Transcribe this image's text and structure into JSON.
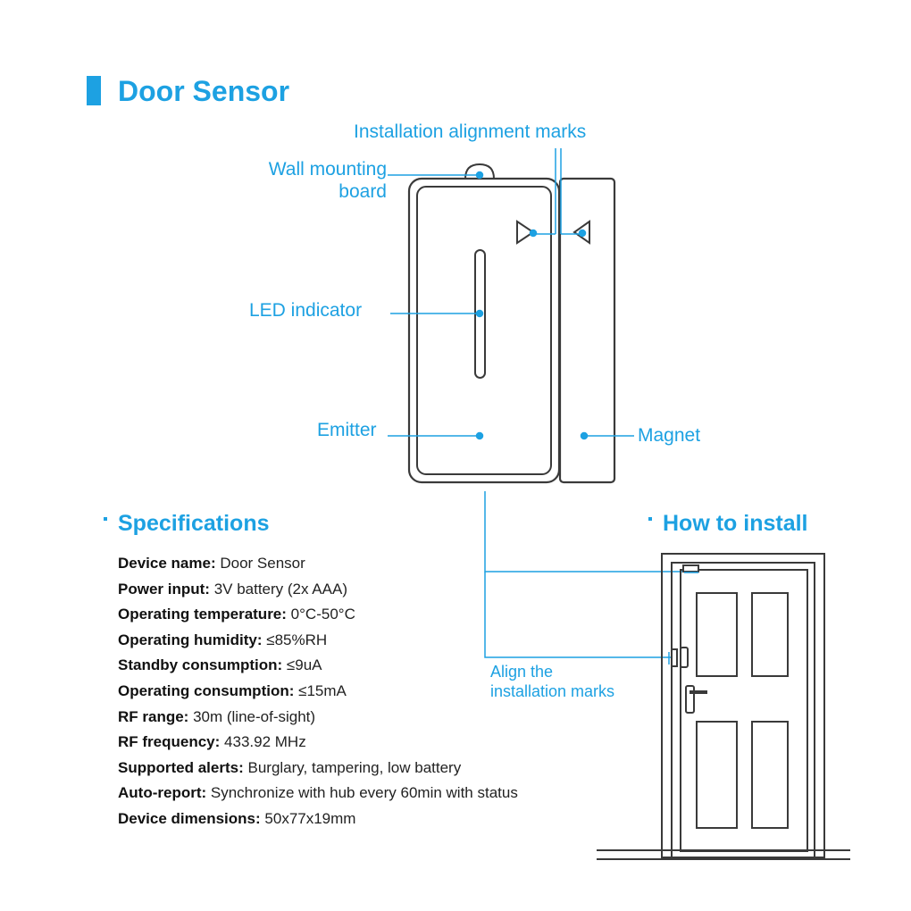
{
  "title": "Door Sensor",
  "labels": {
    "alignment_marks": "Installation alignment marks",
    "wall_mounting_line1": "Wall mounting",
    "wall_mounting_line2": "board",
    "led_indicator": "LED indicator",
    "emitter": "Emitter",
    "magnet": "Magnet",
    "align_line1": "Align the",
    "align_line2": "installation marks"
  },
  "specifications": {
    "heading": "Specifications",
    "items": [
      {
        "label": "Device name:",
        "value": "Door Sensor"
      },
      {
        "label": "Power input:",
        "value": "3V battery (2x AAA)"
      },
      {
        "label": "Operating temperature:",
        "value": "0°C-50°C"
      },
      {
        "label": "Operating humidity:",
        "value": "≤85%RH"
      },
      {
        "label": "Standby consumption:",
        "value": "≤9uA"
      },
      {
        "label": "Operating consumption:",
        "value": "≤15mA"
      },
      {
        "label": "RF range:",
        "value": "30m (line-of-sight)"
      },
      {
        "label": "RF frequency:",
        "value": "433.92 MHz"
      },
      {
        "label": "Supported alerts:",
        "value": "Burglary, tampering, low battery"
      },
      {
        "label": "Auto-report:",
        "value": "Synchronize with hub every 60min with status"
      },
      {
        "label": "Device dimensions:",
        "value": "50x77x19mm"
      }
    ]
  },
  "how_to_install": {
    "heading": "How to install"
  },
  "colors": {
    "accent": "#1da1e2",
    "outline": "#3a3a3a"
  }
}
